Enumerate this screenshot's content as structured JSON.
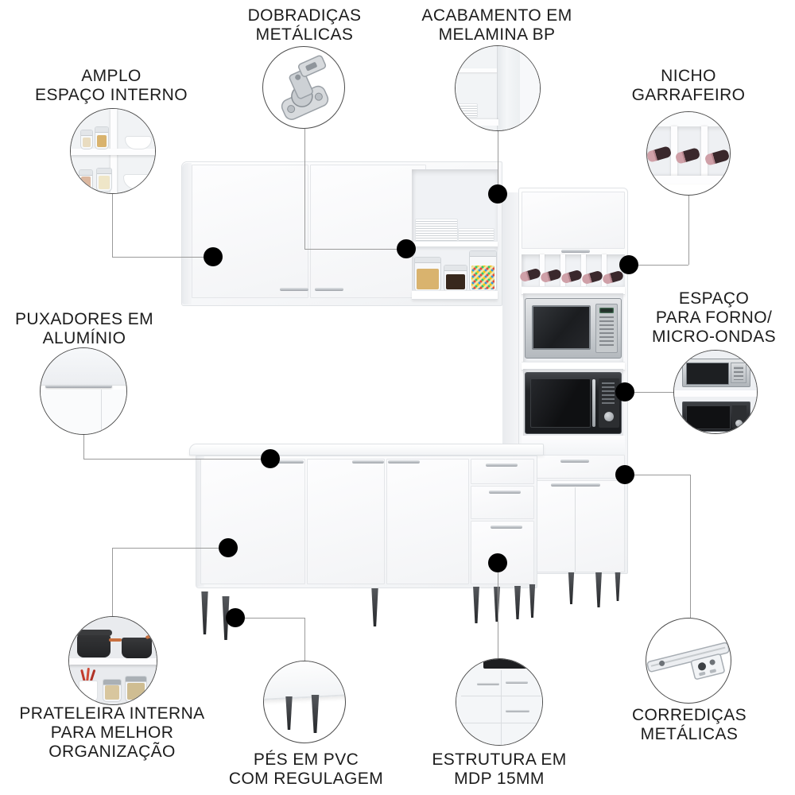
{
  "colors": {
    "background": "#ffffff",
    "label_text": "#1c1c1c",
    "connector_line": "#9a9a9a",
    "callout_dot": "#000000",
    "circle_border": "#4d4d4d",
    "furniture_white": "#f5f6f8",
    "furniture_edge": "#e0e3e6",
    "leg_black": "#2b2d30",
    "handle_aluminum": "#aab0b6",
    "bottle_cap_pink": "#cfa0a8"
  },
  "callouts": [
    {
      "id": "amplo-espaco-interno",
      "lines": [
        "AMPLO",
        "ESPAÇO INTERNO"
      ]
    },
    {
      "id": "dobradicas-metalicas",
      "lines": [
        "DOBRADIÇAS",
        "METÁLICAS"
      ]
    },
    {
      "id": "acabamento-melamina",
      "lines": [
        "ACABAMENTO EM",
        "MELAMINA BP"
      ]
    },
    {
      "id": "nicho-garrafeiro",
      "lines": [
        "NICHO",
        "GARRAFEIRO"
      ]
    },
    {
      "id": "puxadores-aluminio",
      "lines": [
        "PUXADORES EM",
        "ALUMÍNIO"
      ]
    },
    {
      "id": "espaco-forno-microondas",
      "lines": [
        "ESPAÇO",
        "PARA FORNO/",
        "MICRO-ONDAS"
      ]
    },
    {
      "id": "prateleira-interna",
      "lines": [
        "PRATELEIRA INTERNA",
        "PARA MELHOR",
        "ORGANIZAÇÃO"
      ]
    },
    {
      "id": "pes-pvc-regulagem",
      "lines": [
        "PÉS EM PVC",
        "COM REGULAGEM"
      ]
    },
    {
      "id": "estrutura-mdp",
      "lines": [
        "ESTRUTURA EM",
        "MDP 15MM"
      ]
    },
    {
      "id": "corredicas-metalicas",
      "lines": [
        "CORREDIÇAS",
        "METÁLICAS"
      ]
    }
  ]
}
